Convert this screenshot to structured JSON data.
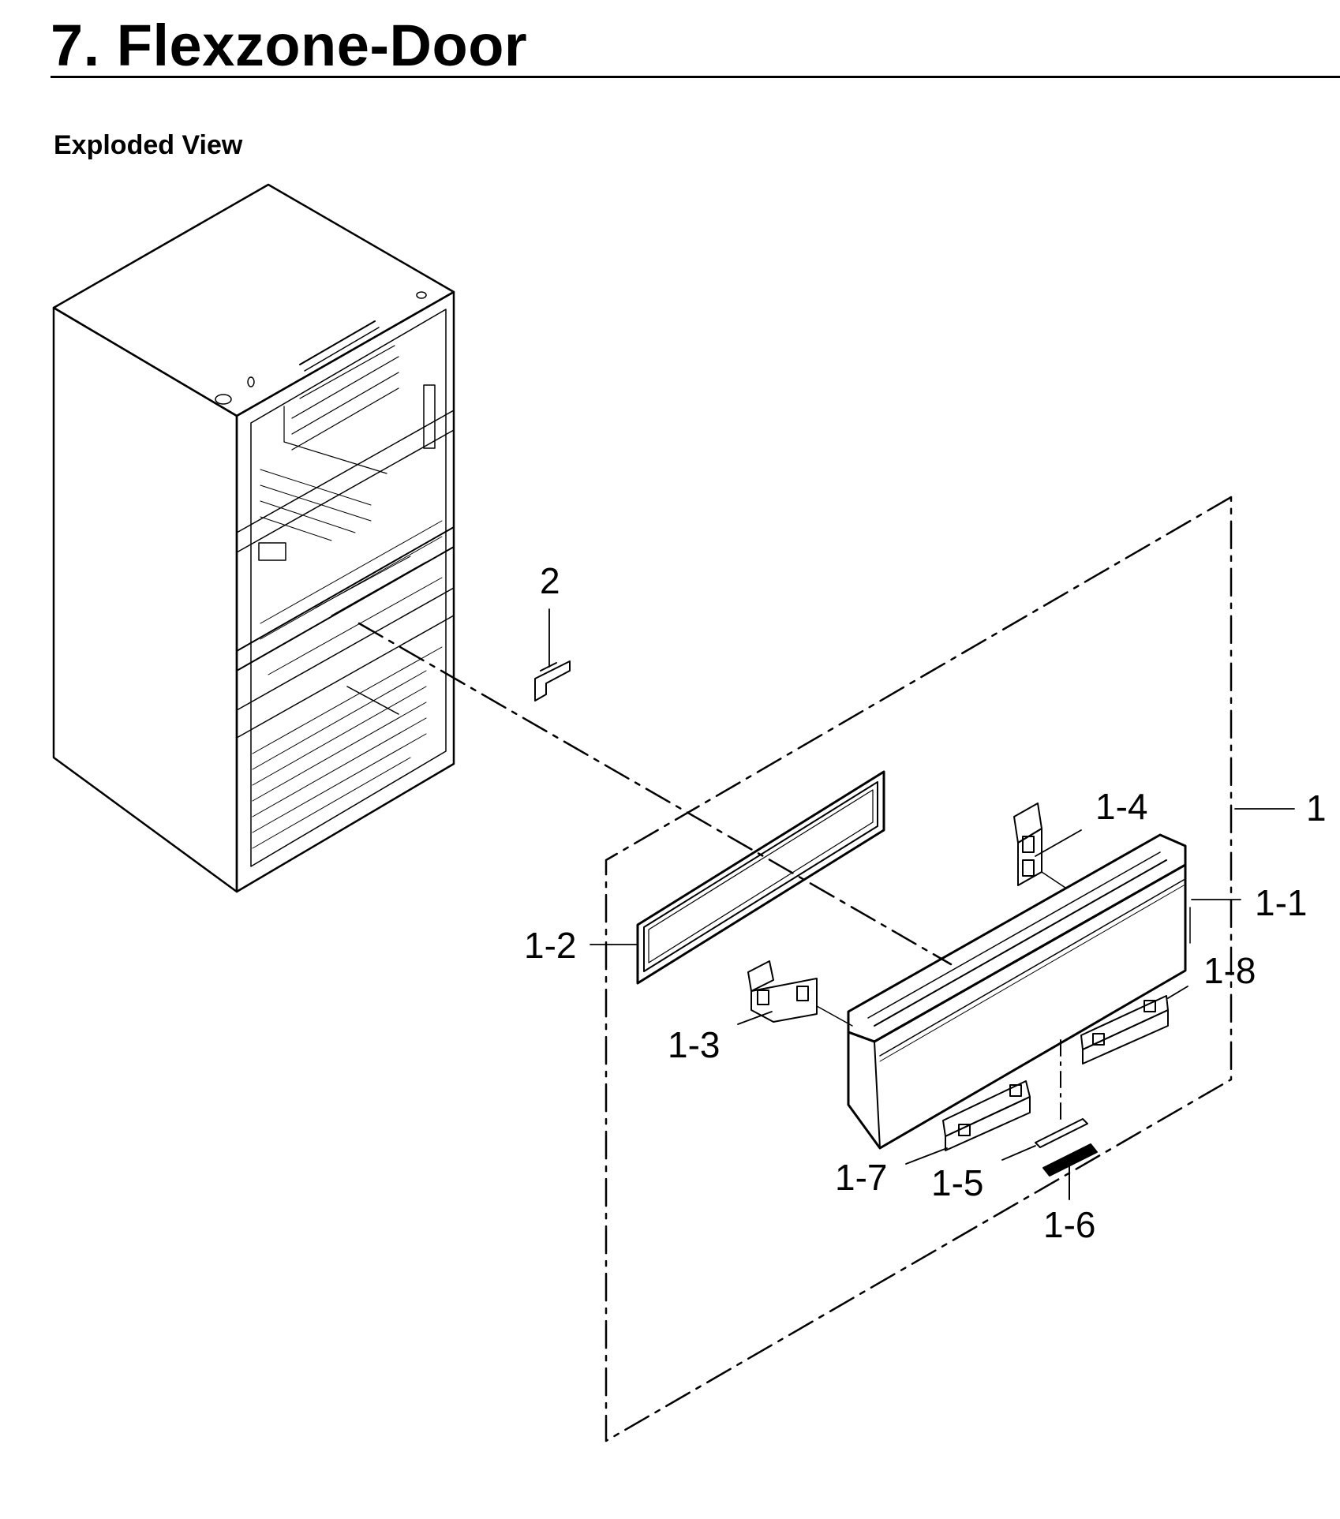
{
  "page": {
    "title": "7.  Flexzone-Door",
    "subtitle": "Exploded View"
  },
  "callouts": [
    {
      "id": "c-2",
      "label": "2"
    },
    {
      "id": "c-1",
      "label": "1"
    },
    {
      "id": "c-1-4",
      "label": "1-4"
    },
    {
      "id": "c-1-1",
      "label": "1-1"
    },
    {
      "id": "c-1-2",
      "label": "1-2"
    },
    {
      "id": "c-1-8",
      "label": "1-8"
    },
    {
      "id": "c-1-3",
      "label": "1-3"
    },
    {
      "id": "c-1-7",
      "label": "1-7"
    },
    {
      "id": "c-1-5",
      "label": "1-5"
    },
    {
      "id": "c-1-6",
      "label": "1-6"
    }
  ]
}
